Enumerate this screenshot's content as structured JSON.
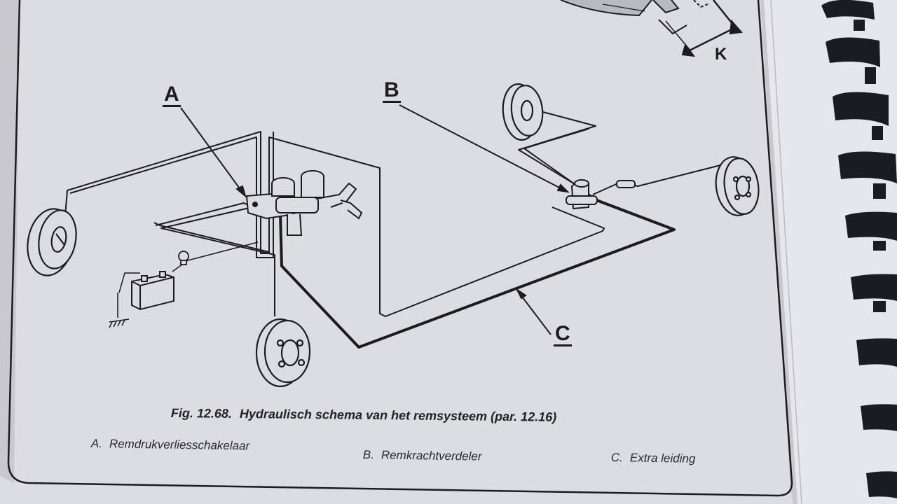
{
  "labels": {
    "a": "A",
    "b": "B",
    "c": "C",
    "k": "K"
  },
  "caption": {
    "figure": "Fig. 12.68.",
    "text": "Hydraulisch schema van het remsysteem (par. 12.16)"
  },
  "legend": [
    {
      "key": "A.",
      "text": "Remdrukverliesschakelaar"
    },
    {
      "key": "B.",
      "text": "Remkrachtverdeler"
    },
    {
      "key": "C.",
      "text": "Extra leiding"
    }
  ],
  "colors": {
    "ink": "#1c1c1f",
    "paper": "#dcdde2",
    "background": "#c9c9cd",
    "binding": "#1a1d20"
  }
}
